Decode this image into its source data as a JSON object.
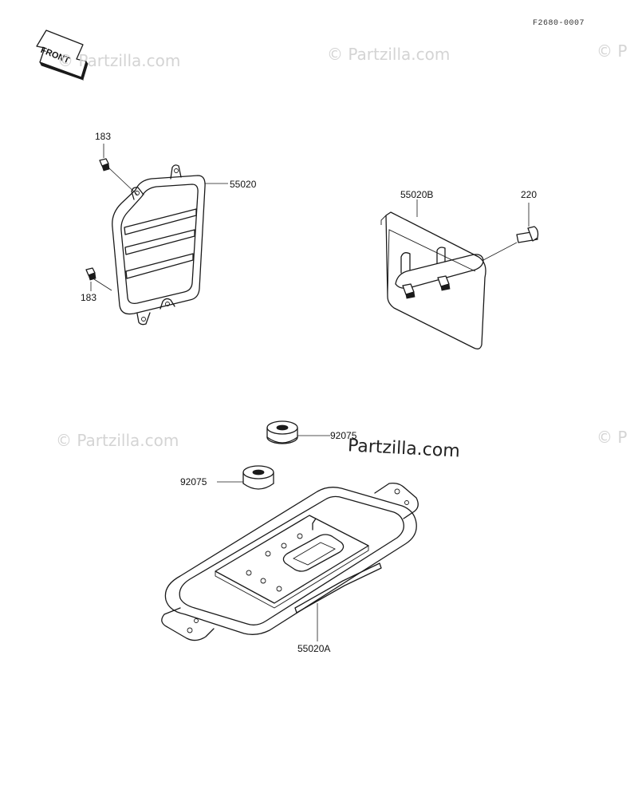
{
  "diagram_code": "F2680-0007",
  "front_label": "FRONT",
  "watermarks": [
    "© Partzilla.com",
    "© Partzilla.com",
    "© P",
    "© Partzilla.com",
    "Partzilla.com",
    "© P"
  ],
  "parts": {
    "bolt_top": "183",
    "bolt_bottom": "183",
    "tail_guard": "55020",
    "side_plate": "55020B",
    "plate_bolt": "220",
    "collar_upper": "92075",
    "collar_lower": "92075",
    "carrier_plate": "55020A"
  }
}
